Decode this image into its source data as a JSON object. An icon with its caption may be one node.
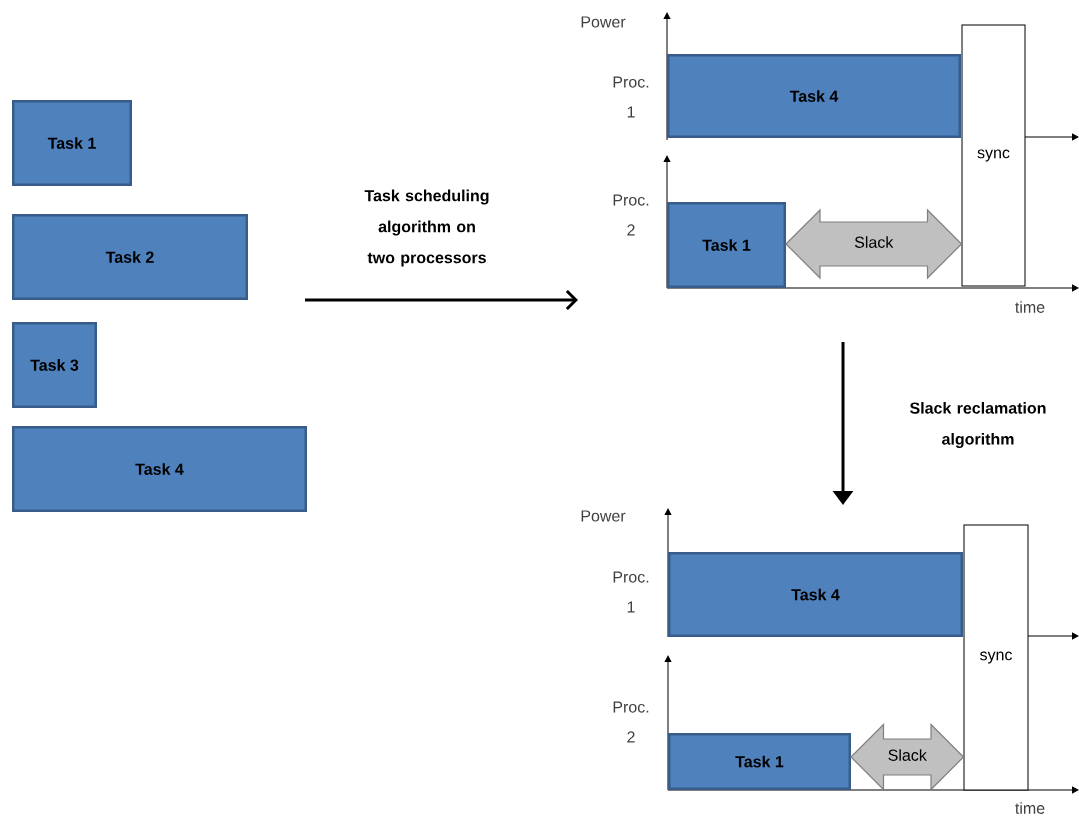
{
  "diagram": {
    "nodes": [
      {
        "text": [
          "Task 1"
        ]
      },
      {
        "text": [
          "Task 2"
        ]
      },
      {
        "text": [
          "Task 3"
        ]
      },
      {
        "text": [
          "Task 4"
        ]
      },
      {
        "text": [
          "Task 4"
        ]
      },
      {
        "text": [
          "Task 1"
        ]
      },
      {
        "text": [
          "sync"
        ]
      },
      {
        "text": [
          "Task 4"
        ]
      },
      {
        "text": [
          "Task 1"
        ]
      },
      {
        "text": [
          "sync"
        ]
      }
    ],
    "edges": [
      {
        "from": 5,
        "to": 6,
        "arrow": "both",
        "label": "Slack"
      },
      {
        "from": 8,
        "to": 9,
        "arrow": "both",
        "label": "Slack"
      }
    ],
    "labels": [
      "Power",
      "Proc. 1",
      "Task scheduling algorithm on two processors",
      "Proc. 2",
      "time",
      "Slack reclamation algorithm",
      "Power",
      "Proc. 1",
      "Proc. 2",
      "time"
    ]
  }
}
